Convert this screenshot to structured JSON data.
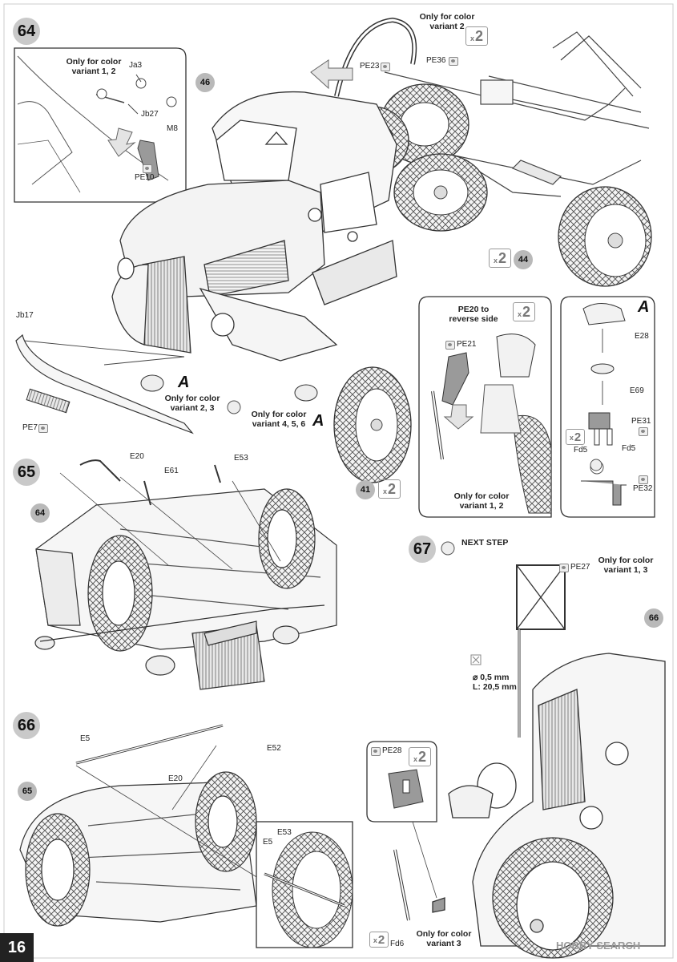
{
  "page_number": "16",
  "watermark": "HOBBY SEARCH",
  "steps": [
    {
      "number": "64"
    },
    {
      "number": "65"
    },
    {
      "number": "66"
    },
    {
      "number": "67",
      "label": "NEXT STEP"
    }
  ],
  "parts": {
    "p46": "46",
    "p44": "44",
    "p41": "41",
    "p64": "64",
    "p65": "65",
    "p66": "66"
  },
  "labels": {
    "only_var_1_2_a": "Only for color variant 1, 2",
    "only_var_2": "Only for color variant 2",
    "only_var_2_3": "Only for color variant 2, 3",
    "only_var_4_5_6": "Only for color variant 4, 5, 6",
    "only_var_1_2_b": "Only for color variant 1, 2",
    "only_var_1_3": "Only for color variant 1, 3",
    "only_var_3": "Only for color variant 3",
    "pe20_reverse": "PE20 to reverse side",
    "dim_dia": "⌀ 0,5 mm",
    "dim_len": "L: 20,5 mm"
  },
  "part_codes": {
    "ja3": "Ja3",
    "jb27": "Jb27",
    "m8": "M8",
    "pe10": "PE10",
    "pe23": "PE23",
    "pe36": "PE36",
    "jb17": "Jb17",
    "pe7": "PE7",
    "pe21": "PE21",
    "e28": "E28",
    "e69": "E69",
    "pe31": "PE31",
    "fd5a": "Fd5",
    "fd5b": "Fd5",
    "pe32": "PE32",
    "e20a": "E20",
    "e61": "E61",
    "e53a": "E53",
    "pe27": "PE27",
    "e5a": "E5",
    "e52": "E52",
    "e20b": "E20",
    "e53b": "E53",
    "e5b": "E5",
    "pe28": "PE28",
    "fd6": "Fd6"
  },
  "markers": {
    "A1": "A",
    "A2": "A",
    "A3": "A"
  },
  "multipliers": {
    "x2": "2",
    "xlabel": "x"
  }
}
